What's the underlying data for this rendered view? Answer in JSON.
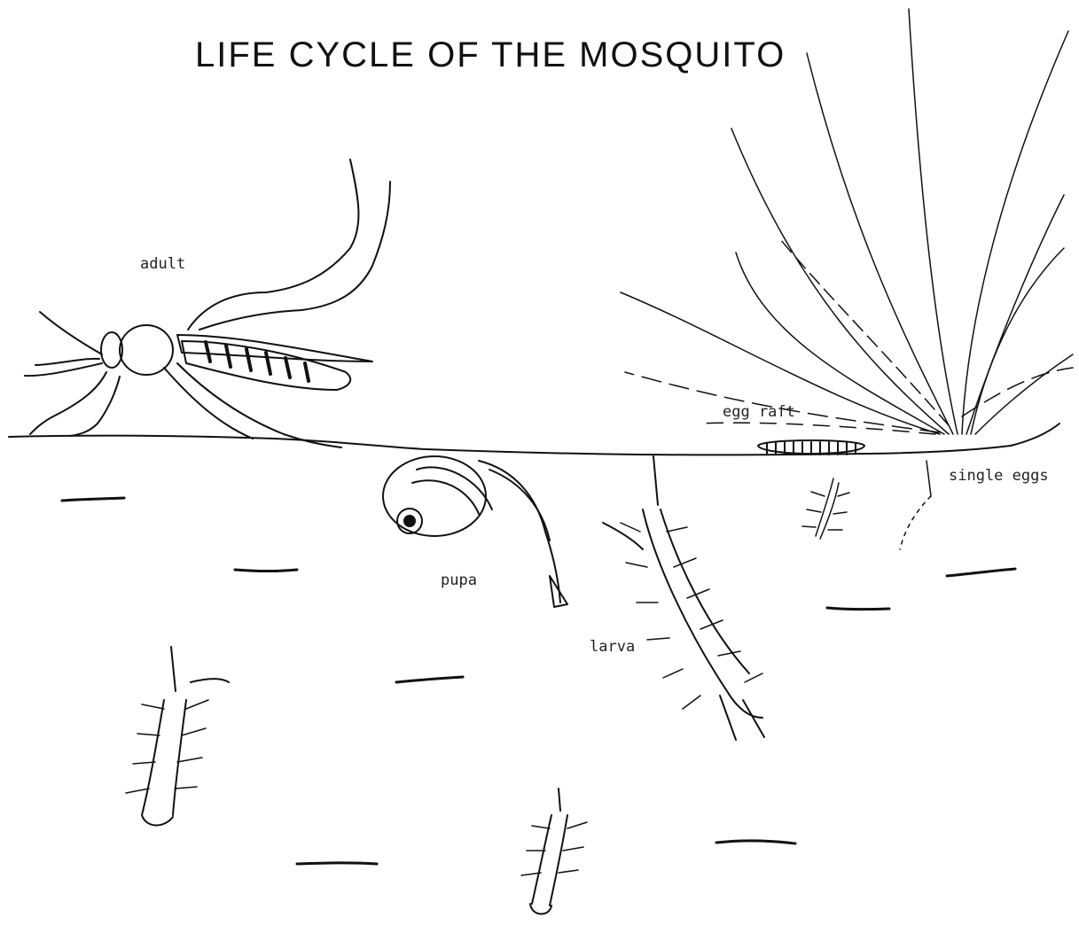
{
  "title": "LIFE CYCLE OF THE MOSQUITO",
  "labels": {
    "adult": "adult",
    "egg_raft": "egg raft",
    "single_eggs": "single eggs",
    "pupa": "pupa",
    "larva": "larva"
  },
  "colors": {
    "ink": "#111111",
    "paper": "#ffffff"
  }
}
